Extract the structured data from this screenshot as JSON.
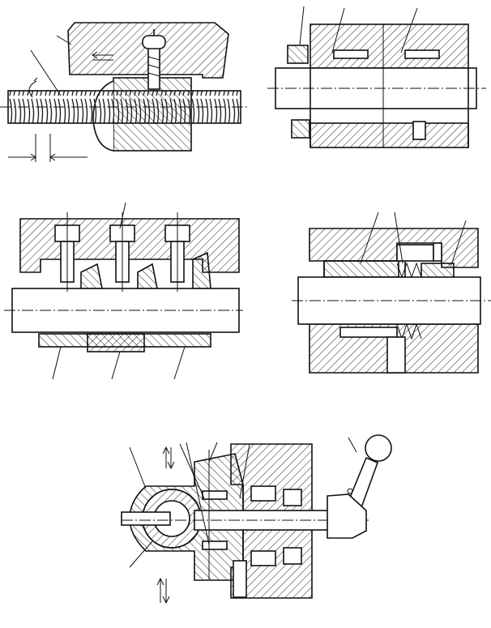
{
  "figure": {
    "panels": [
      {
        "name": "leadscrew-nut-panel"
      },
      {
        "name": "shaft-bearing-panel-a"
      },
      {
        "name": "bolted-clamp-panel"
      },
      {
        "name": "spring-shaft-panel"
      },
      {
        "name": "lever-clamp-panel"
      }
    ]
  }
}
